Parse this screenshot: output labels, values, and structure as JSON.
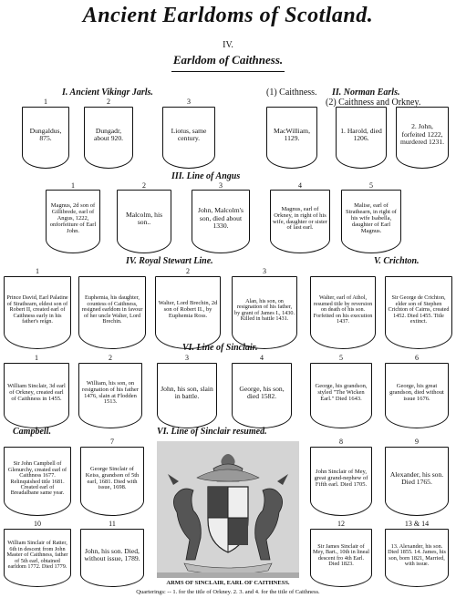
{
  "title": "Ancient Earldoms of Scotland.",
  "roman": "IV.",
  "subtitle": "Earldom of Caithness.",
  "sections": {
    "s1": "I. Ancient Vikingr Jarls.",
    "s2a": "(1) Caithness.",
    "s2b": "II. Norman Earls.",
    "s2c": "(2) Caithness and Orkney.",
    "s3": "III. Line of Angus",
    "s4": "IV. Royal Stewart Line.",
    "s5": "V. Crichton.",
    "s6": "VI. Line of Sinclair.",
    "s7": "Campbell.",
    "s8": "VI. Line of Sinclair resumed."
  },
  "row1": [
    {
      "num": "1",
      "text": "Dungaldus, 875."
    },
    {
      "num": "2",
      "text": "Dungadr, about 920."
    },
    {
      "num": "3",
      "text": "Liotus, same century."
    },
    {
      "num": "",
      "text": "MacWilliam, 1129."
    },
    {
      "num": "",
      "text": "1. Harold, died 1206."
    },
    {
      "num": "",
      "text": "2. John, forfeited 1222, murdered 1231."
    }
  ],
  "row2": [
    {
      "num": "1",
      "text": "Magnus, 2d son of Gillibrede, earl of Angus, 1222, onforfeiture of Earl John."
    },
    {
      "num": "2",
      "text": "Malcolm, his son.."
    },
    {
      "num": "3",
      "text": "John, Malcolm's son, died about 1330."
    },
    {
      "num": "4",
      "text": "Magnus, earl of Orkney, in right of his wife, daughter or sister of last earl."
    },
    {
      "num": "5",
      "text": "Malise, earl of Strathearn, in right of his wife Isabella, daughter of Earl Magnus."
    }
  ],
  "row3": [
    {
      "num": "1",
      "text": "Prince David, Earl Palatine of Strathearn, eldest son of Robert II, created earl of Caithness early in his father's reign."
    },
    {
      "num": "",
      "text": "Euphemia, his daughter, countess of Caithness, resigned earldom in favour of her uncle Walter, Lord Brechin."
    },
    {
      "num": "2",
      "text": "Walter, Lord Brechin, 2d son of Robert II., by Euphemia Ross."
    },
    {
      "num": "3",
      "text": "Alan, his son, on resignation of his father, by grant of James I., 1430. Killed in battle 1431."
    },
    {
      "num": "",
      "text": "Walter, earl of Athol, resumed title by reversion on death of his son. Forfeited on his execution 1437."
    },
    {
      "num": "",
      "text": "Sir George de Crichton, elder son of Stephen Crichton of Cairns, created 1452. Died 1455. Title extinct."
    }
  ],
  "row4": [
    {
      "num": "1",
      "text": "William Sinclair, 3d earl of Orkney, created earl of Caithness in 1455."
    },
    {
      "num": "2",
      "text": "William, his son, on resignation of his father 1476, slain at Flodden 1513."
    },
    {
      "num": "3",
      "text": "John, his son, slain in battle."
    },
    {
      "num": "4",
      "text": "George, his son, died 1582."
    },
    {
      "num": "5",
      "text": "George, his grandson, styled \"The Wicken Earl.\" Died 1643."
    },
    {
      "num": "6",
      "text": "George, his great grandson, died without issue 1676."
    }
  ],
  "row5": [
    {
      "num": "",
      "text": "Sir John Campbell of Glenurchy, created earl of Caithness 1677. Relinquished title 1681. Created earl of Breadalbane same year."
    },
    {
      "num": "7",
      "text": "George Sinclair of Keiss, grandson of 5th earl, 1681. Died with issue, 1698."
    },
    {
      "num": "8",
      "text": "John Sinclair of Mey, great grand-nephew of Fifth earl. Died 1705."
    },
    {
      "num": "9",
      "text": "Alexander, his son. Died 1765."
    }
  ],
  "row6": [
    {
      "num": "10",
      "text": "William Sinclair of Ratter, 6th in descent from John Master of Caithness, father of 5th earl, obtained earldom 1772. Died 1779."
    },
    {
      "num": "11",
      "text": "John, his son. Died, without issue, 1789."
    },
    {
      "num": "12",
      "text": "Sir James Sinclair of Mey, Bart., 10th in lineal descent fro 4th Earl. Died 1823."
    },
    {
      "num": "13 & 14",
      "text": "13. Alexander, his son. Died 1855. 14. James, his son, born 1821, Married, with issue."
    }
  ],
  "arms_caption": "ARMS OF SINCLAIR, EARL OF CAITHNESS.",
  "quarterings": "Quarterings: -- 1. for the title of Orkney. 2. 3. and 4. for the title of Caithness."
}
